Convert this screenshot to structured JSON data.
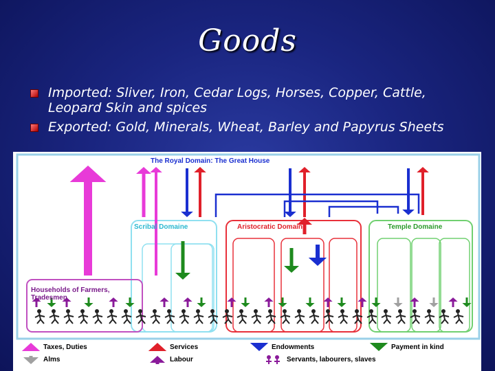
{
  "slide": {
    "title": "Goods",
    "bullets": [
      "Imported: Sliver, Iron, Cedar Logs, Horses, Copper, Cattle, Leopard Skin and spices",
      "Exported: Gold, Minerals, Wheat, Barley and Papyrus Sheets"
    ]
  },
  "diagram": {
    "top_label": "The Royal Domain: The Great House",
    "domains": [
      "Scribal Domaine",
      "Aristocratic Domaine",
      "Temple Domaine"
    ],
    "households_label": "Households of Farmers, Tradesmen",
    "legend": [
      {
        "label": "Taxes, Duties",
        "color": "#e83ad8",
        "icon": "magenta-up-arrow-icon"
      },
      {
        "label": "Services",
        "color": "#e0202a",
        "icon": "red-up-arrow-icon"
      },
      {
        "label": "Endowments",
        "color": "#1a2fd0",
        "icon": "blue-down-arrow-icon"
      },
      {
        "label": "Payment in kind",
        "color": "#1e8a1e",
        "icon": "green-down-arrow-icon"
      },
      {
        "label": "Alms",
        "color": "#a0a0a0",
        "icon": "gray-down-arrow-icon"
      },
      {
        "label": "Labour",
        "color": "#8a1a9a",
        "icon": "purple-up-arrow-icon"
      },
      {
        "label": "Servants, labourers, slaves",
        "color": "#8a1a9a",
        "icon": "people-figures-icon"
      }
    ],
    "colors": {
      "blue": "#1a2fd0",
      "magenta": "#e83ad8",
      "red": "#e0202a",
      "green": "#1e8a1e",
      "gray": "#a0a0a0",
      "purple": "#8a1a9a",
      "frame": "#9ad0e8",
      "scribal": "#8fe0f0",
      "aristocratic": "#e8303a",
      "temple": "#70d070",
      "households": "#c050c0"
    }
  }
}
